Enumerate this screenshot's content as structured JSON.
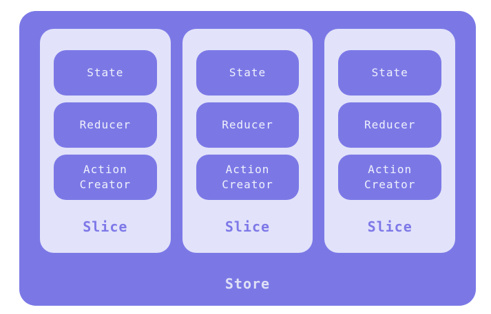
{
  "colors": {
    "purple": "#7b78e6",
    "lavender": "#e2e2fa",
    "slice_label": "#7d78e8",
    "store_label": "#dfe0f6",
    "box_text": "#f0f1fc",
    "page_bg": "#ffffff"
  },
  "store": {
    "label": "Store",
    "slices": [
      {
        "label": "Slice",
        "boxes": [
          {
            "label": "State"
          },
          {
            "label": "Reducer"
          },
          {
            "label": "Action Creator"
          }
        ]
      },
      {
        "label": "Slice",
        "boxes": [
          {
            "label": "State"
          },
          {
            "label": "Reducer"
          },
          {
            "label": "Action Creator"
          }
        ]
      },
      {
        "label": "Slice",
        "boxes": [
          {
            "label": "State"
          },
          {
            "label": "Reducer"
          },
          {
            "label": "Action Creator"
          }
        ]
      }
    ]
  }
}
